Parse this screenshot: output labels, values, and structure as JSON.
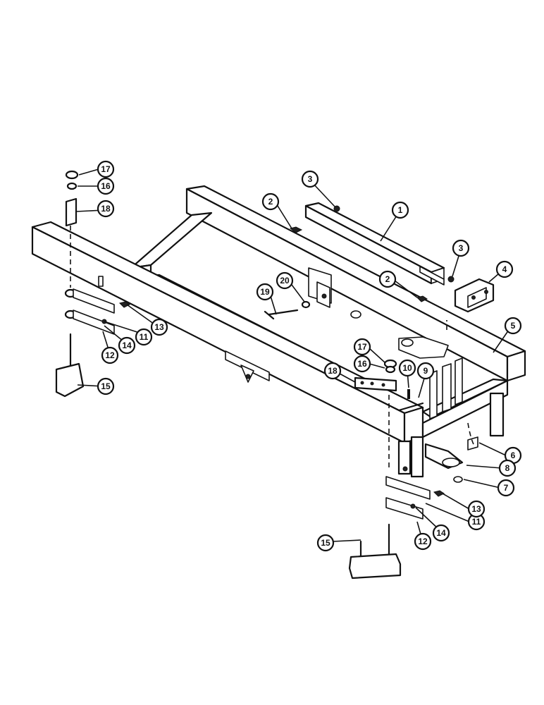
{
  "diagram": {
    "callouts": [
      {
        "id": "c1",
        "label": "1"
      },
      {
        "id": "c2a",
        "label": "2"
      },
      {
        "id": "c2b",
        "label": "2"
      },
      {
        "id": "c3a",
        "label": "3"
      },
      {
        "id": "c3b",
        "label": "3"
      },
      {
        "id": "c4",
        "label": "4"
      },
      {
        "id": "c5",
        "label": "5"
      },
      {
        "id": "c6",
        "label": "6"
      },
      {
        "id": "c7",
        "label": "7"
      },
      {
        "id": "c8",
        "label": "8"
      },
      {
        "id": "c9",
        "label": "9"
      },
      {
        "id": "c10",
        "label": "10"
      },
      {
        "id": "c11a",
        "label": "11"
      },
      {
        "id": "c11b",
        "label": "11"
      },
      {
        "id": "c12a",
        "label": "12"
      },
      {
        "id": "c12b",
        "label": "12"
      },
      {
        "id": "c13a",
        "label": "13"
      },
      {
        "id": "c13b",
        "label": "13"
      },
      {
        "id": "c14a",
        "label": "14"
      },
      {
        "id": "c14b",
        "label": "14"
      },
      {
        "id": "c15a",
        "label": "15"
      },
      {
        "id": "c15b",
        "label": "15"
      },
      {
        "id": "c16a",
        "label": "16"
      },
      {
        "id": "c16b",
        "label": "16"
      },
      {
        "id": "c17a",
        "label": "17"
      },
      {
        "id": "c17b",
        "label": "17"
      },
      {
        "id": "c18a",
        "label": "18"
      },
      {
        "id": "c18b",
        "label": "18"
      },
      {
        "id": "c19",
        "label": "19"
      },
      {
        "id": "c20",
        "label": "20"
      }
    ]
  }
}
